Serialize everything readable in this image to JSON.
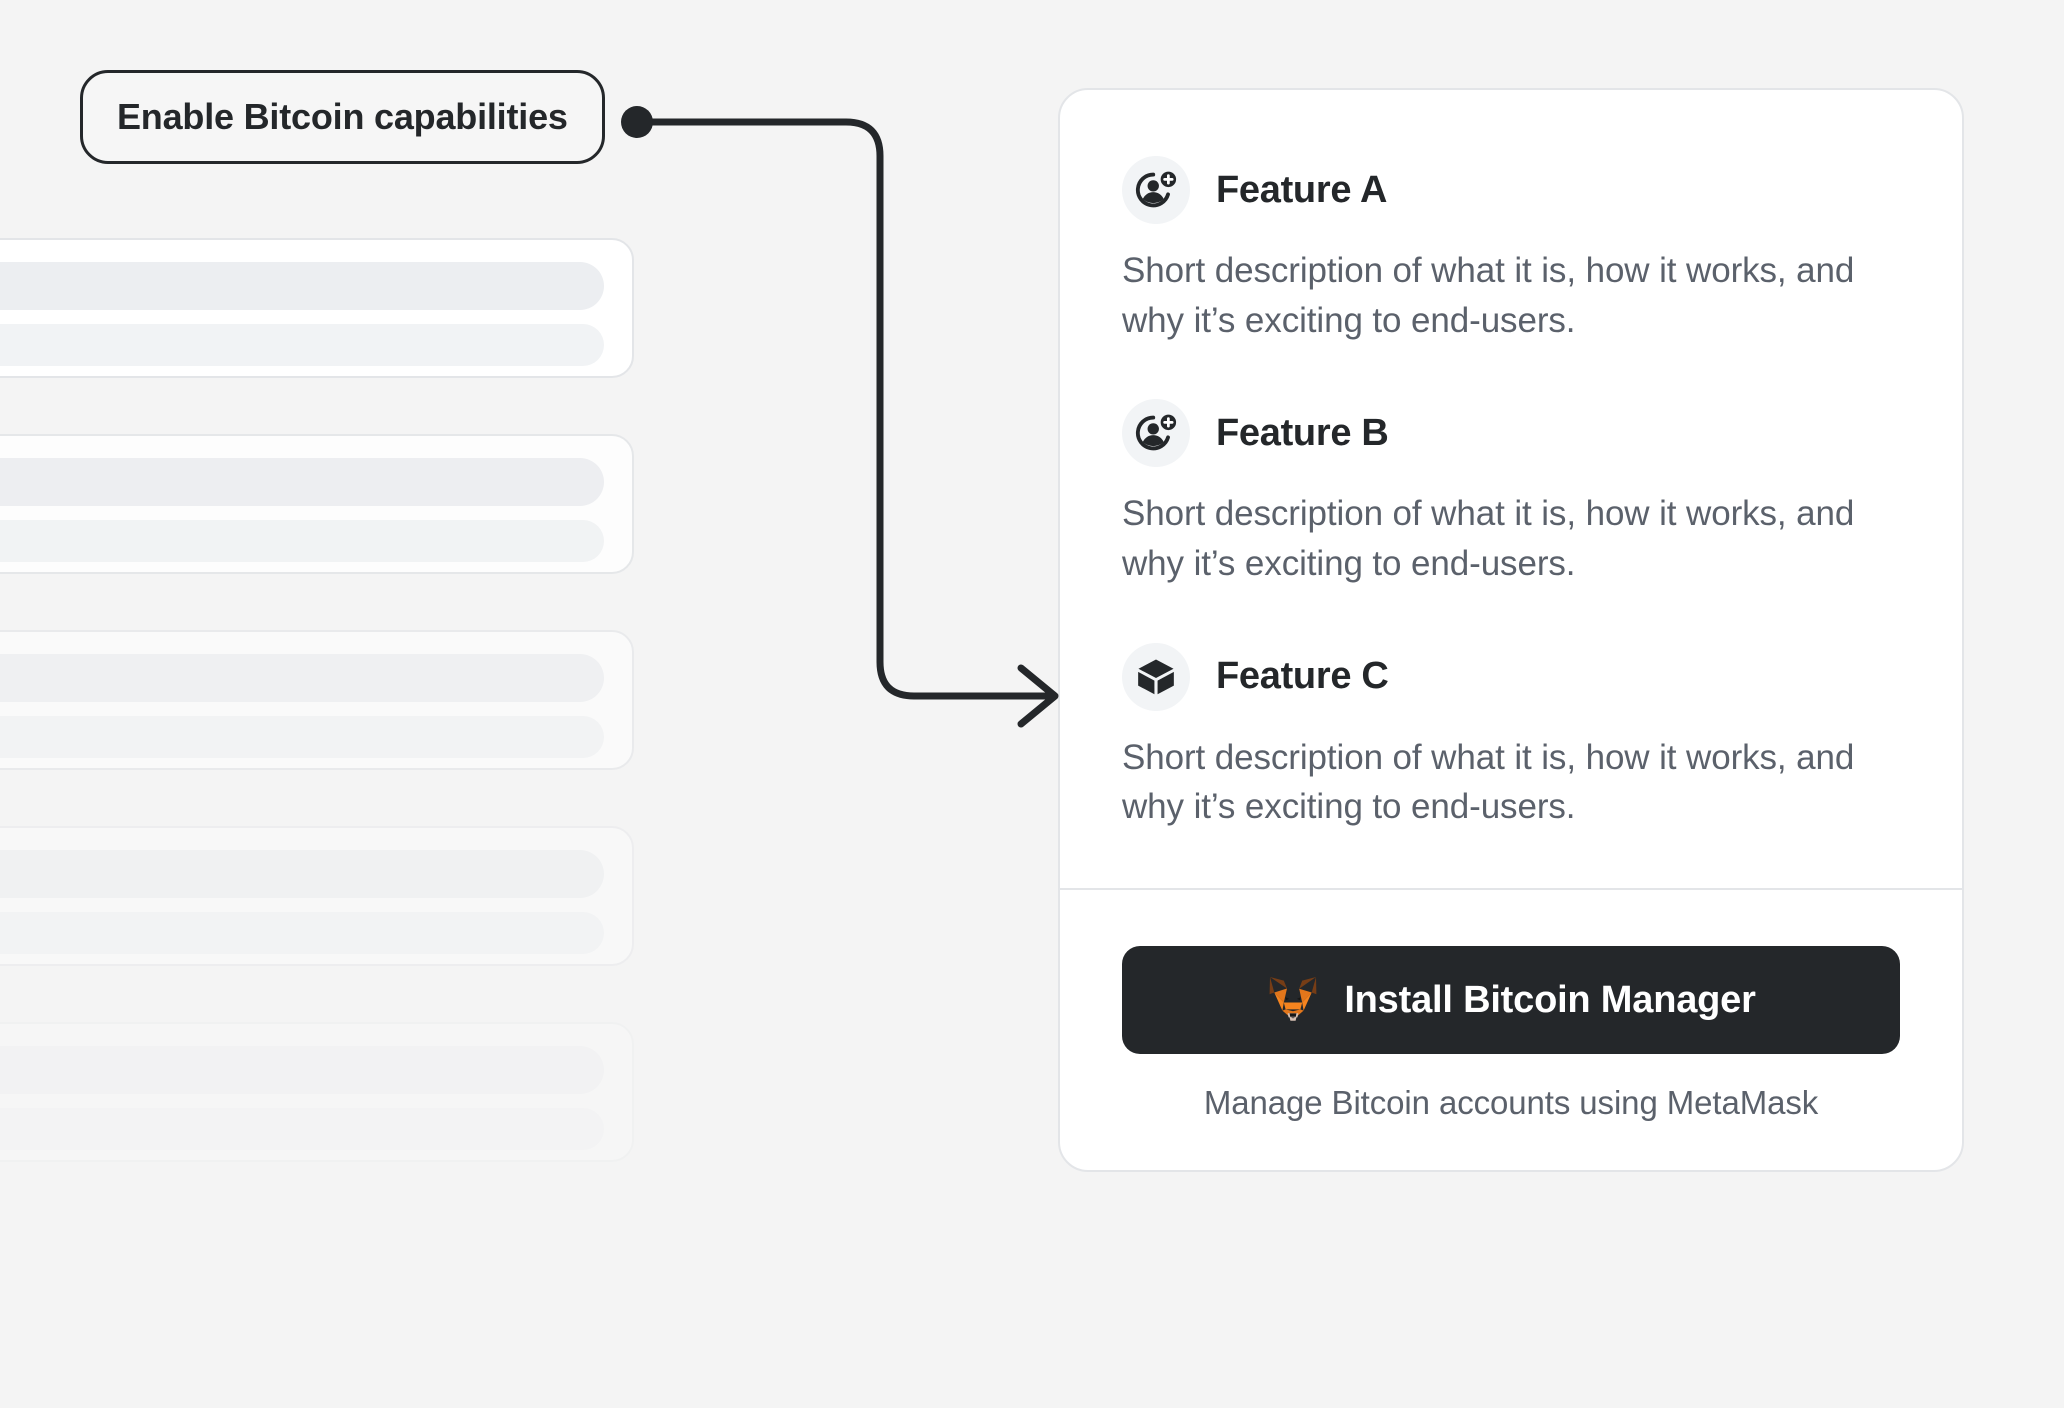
{
  "background_color": "#f4f4f4",
  "callout": {
    "label": "Enable Bitcoin capabilities",
    "border_color": "#24272a",
    "dot_color": "#24272a",
    "arrow_color": "#24272a"
  },
  "skeleton": {
    "count": 5,
    "card_background": "#ffffff",
    "bar_color": "#eceef1"
  },
  "card": {
    "background": "#ffffff",
    "border_color": "#e3e5e8",
    "features": [
      {
        "icon": "add-user-icon",
        "title": "Feature A",
        "description": "Short description of what it is, how it works, and why it’s exciting to end-users."
      },
      {
        "icon": "add-user-icon",
        "title": "Feature B",
        "description": "Short description of what it is, how it works, and why it’s exciting to end-users."
      },
      {
        "icon": "cube-icon",
        "title": "Feature C",
        "description": "Short description of what it is, how it works, and why it’s exciting to end-users."
      }
    ],
    "footer": {
      "install_label": "Install Bitcoin Manager",
      "install_icon": "metamask-fox-icon",
      "button_color": "#24272a",
      "caption": "Manage Bitcoin accounts using MetaMask"
    }
  }
}
